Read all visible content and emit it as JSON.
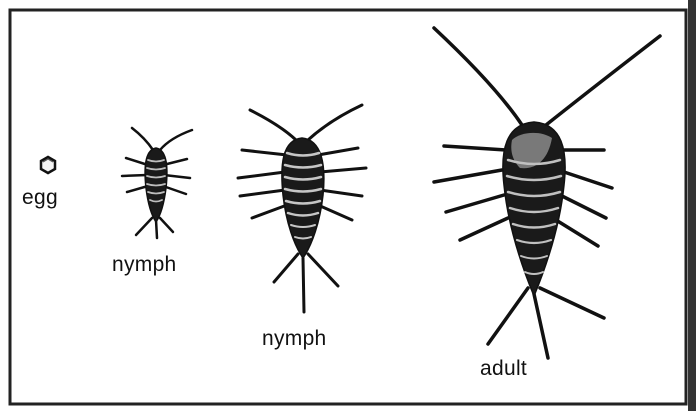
{
  "diagram": {
    "stages": [
      {
        "id": "egg",
        "label": "egg"
      },
      {
        "id": "nymph-small",
        "label": "nymph"
      },
      {
        "id": "nymph-large",
        "label": "nymph"
      },
      {
        "id": "adult",
        "label": "adult"
      }
    ],
    "colors": {
      "ink": "#111111",
      "body_fill": "#1a1a1a",
      "body_stripe": "#bdbdbd",
      "background": "#ffffff",
      "frame": "#222222"
    }
  }
}
